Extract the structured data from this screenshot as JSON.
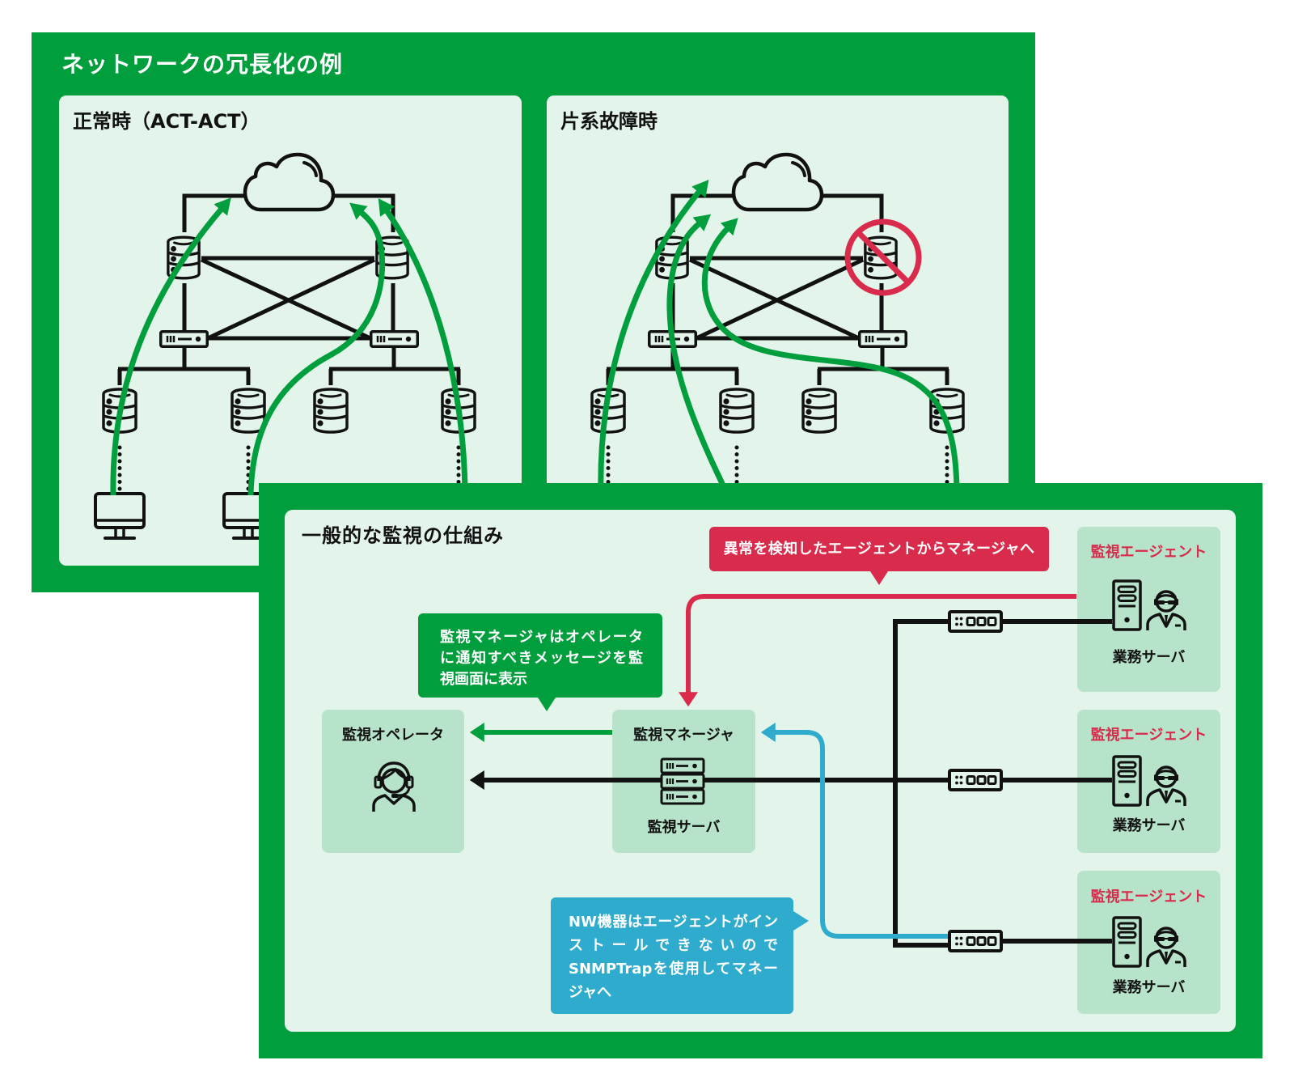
{
  "redundancy": {
    "title": "ネットワークの冗長化の例",
    "panels": [
      {
        "title": "正常時（ACT-ACT）",
        "state": "normal",
        "icons": [
          "cloud-icon",
          "core-switch-icon",
          "router-icon",
          "access-switch-icon",
          "monitor-icon"
        ]
      },
      {
        "title": "片系故障時",
        "state": "single-side-failure",
        "icons": [
          "cloud-icon",
          "core-switch-icon",
          "router-icon",
          "access-switch-icon",
          "prohibited-icon"
        ]
      }
    ]
  },
  "monitoring": {
    "title": "一般的な監視の仕組み",
    "operator": {
      "label": "監視オペレータ",
      "icon": "operator-headset-icon"
    },
    "manager": {
      "label": "監視マネージャ",
      "sublabel": "監視サーバ",
      "icon": "rack-server-icon"
    },
    "agents": [
      {
        "label": "監視エージェント",
        "sublabel": "業務サーバ",
        "icon": "tower-server-icon"
      },
      {
        "label": "監視エージェント",
        "sublabel": "業務サーバ",
        "icon": "tower-server-icon"
      },
      {
        "label": "監視エージェント",
        "sublabel": "業務サーバ",
        "icon": "tower-server-icon"
      }
    ],
    "callouts": {
      "manager_notice": {
        "lines": [
          "監視マネージャはオペレータ",
          "に通知すべきメッセージを監",
          "視画面に表示"
        ]
      },
      "agent_alert": {
        "text": "異常を検知したエージェントからマネージャへ"
      },
      "nw_snmp": {
        "lines": [
          "NW機器はエージェントがイン",
          "ストールできないので",
          "SNMPTrapを使用してマネー",
          "ジャへ"
        ]
      }
    }
  },
  "colors": {
    "brand_green": "#009e3d",
    "panel_bg": "#e3f4ea",
    "box_bg": "#b6e3c9",
    "alert_red": "#d92b4b",
    "snmp_blue": "#2eabcd",
    "ink": "#111111"
  }
}
